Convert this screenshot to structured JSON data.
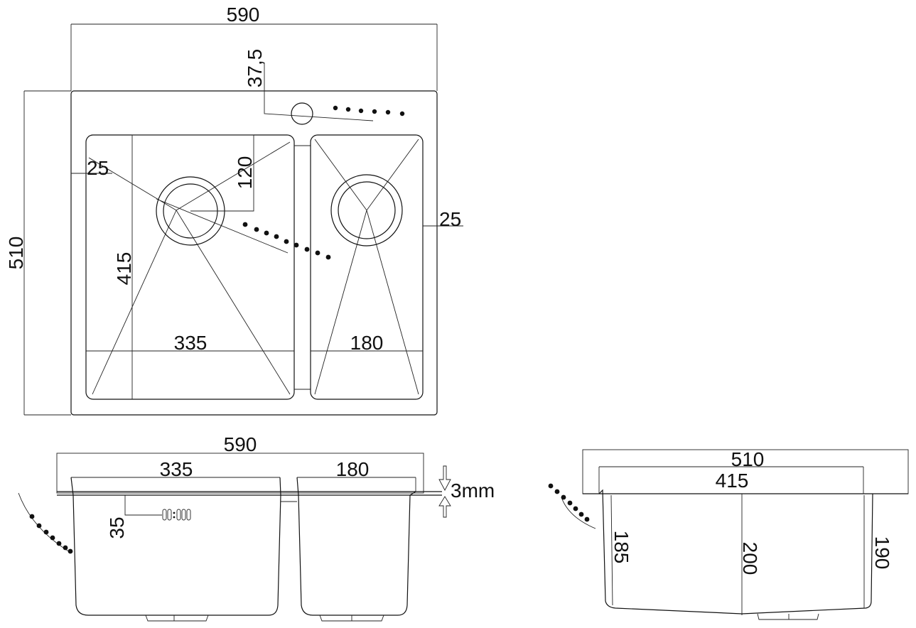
{
  "top_view": {
    "overall_width": "590",
    "overall_depth": "510",
    "faucet_offset": "37,5",
    "left_margin": "25",
    "right_margin": "25",
    "drain_offset": "120",
    "bowl_depth": "415",
    "large_bowl_width": "335",
    "small_bowl_width": "180"
  },
  "front_view": {
    "overall_width": "590",
    "large_bowl_width": "335",
    "small_bowl_width": "180",
    "overflow_height": "35",
    "thickness": "3mm"
  },
  "side_view": {
    "overall_depth": "510",
    "bowl_depth": "415",
    "front_height": "185",
    "center_height": "200",
    "back_height": "190"
  }
}
